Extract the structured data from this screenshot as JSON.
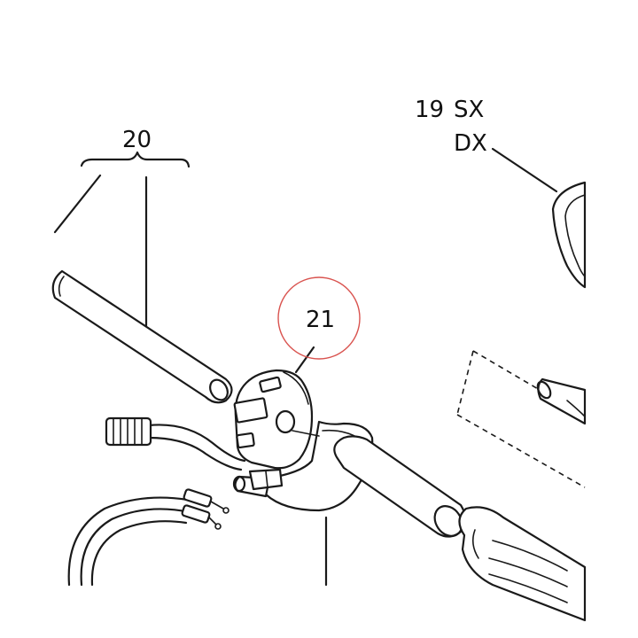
{
  "labels": {
    "part_20": "20",
    "part_19": "19",
    "part_19_sx": "SX",
    "part_19_dx": "DX",
    "part_21": "21"
  },
  "colors": {
    "line": "#1a1a1a",
    "highlight_circle": "#d9534f",
    "background": "#ffffff"
  }
}
